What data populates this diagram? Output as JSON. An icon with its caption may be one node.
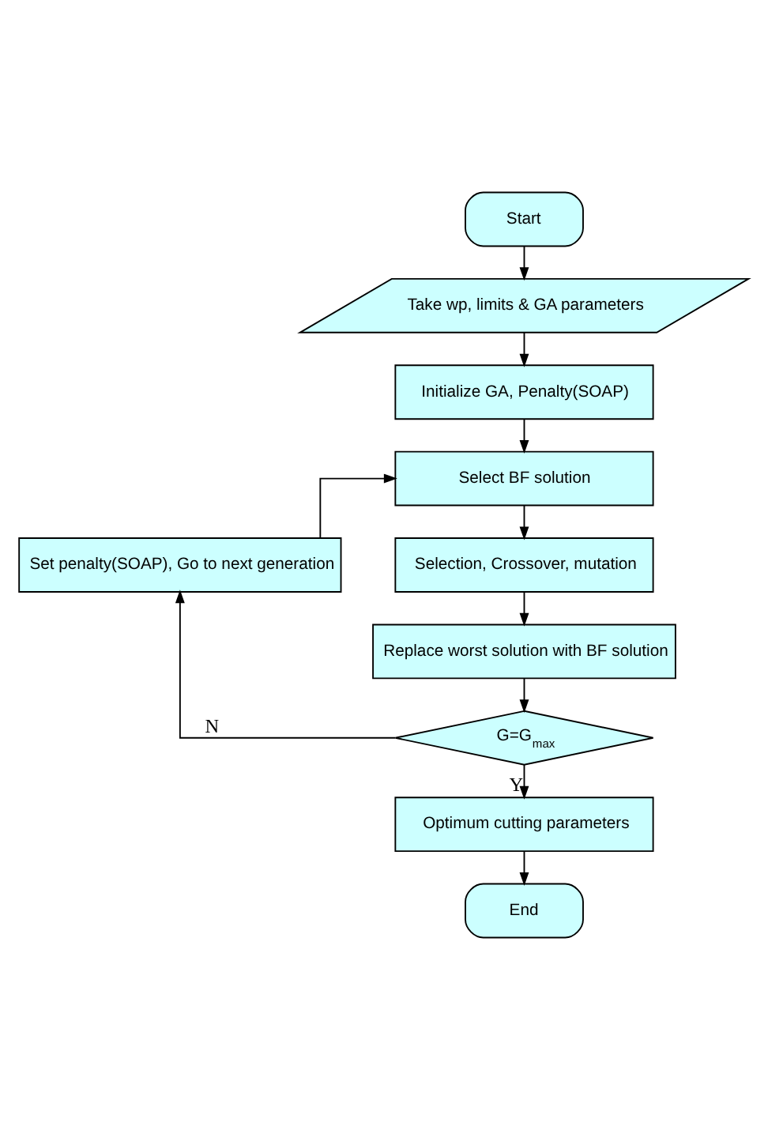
{
  "diagram": {
    "nodes": [
      {
        "text": [
          "Start"
        ]
      },
      {
        "text": [
          "Take wp, limits & GA parameters"
        ]
      },
      {
        "text": [
          "Initialize GA, Penalty(SOAP)"
        ]
      },
      {
        "text": [
          "Select BF solution"
        ]
      },
      {
        "text": [
          "Selection, Crossover, mutation"
        ]
      },
      {
        "text": [
          "Replace worst solution with BF solution"
        ]
      },
      {
        "text": [
          "G=G$_{max}$"
        ]
      },
      {
        "text": [
          "Optimum cutting parameters"
        ]
      },
      {
        "text": [
          "End"
        ]
      },
      {
        "text": [
          "Set penalty(SOAP), Go to next generation"
        ]
      }
    ],
    "edges": [
      {
        "from": 0,
        "to": 1,
        "arrow": "to"
      },
      {
        "from": 1,
        "to": 2,
        "arrow": "to"
      },
      {
        "from": 2,
        "to": 3,
        "arrow": "to"
      },
      {
        "from": 3,
        "to": 4,
        "arrow": "to"
      },
      {
        "from": 4,
        "to": 5,
        "arrow": "to"
      },
      {
        "from": 5,
        "to": 6,
        "arrow": "to"
      },
      {
        "from": 6,
        "to": 7,
        "label": "Y",
        "arrow": "to"
      },
      {
        "from": 7,
        "to": 8,
        "arrow": "to"
      },
      {
        "from": 6,
        "to": 9,
        "label": "N",
        "arrow": "to"
      },
      {
        "from": 9,
        "to": 3,
        "arrow": "to"
      }
    ]
  }
}
